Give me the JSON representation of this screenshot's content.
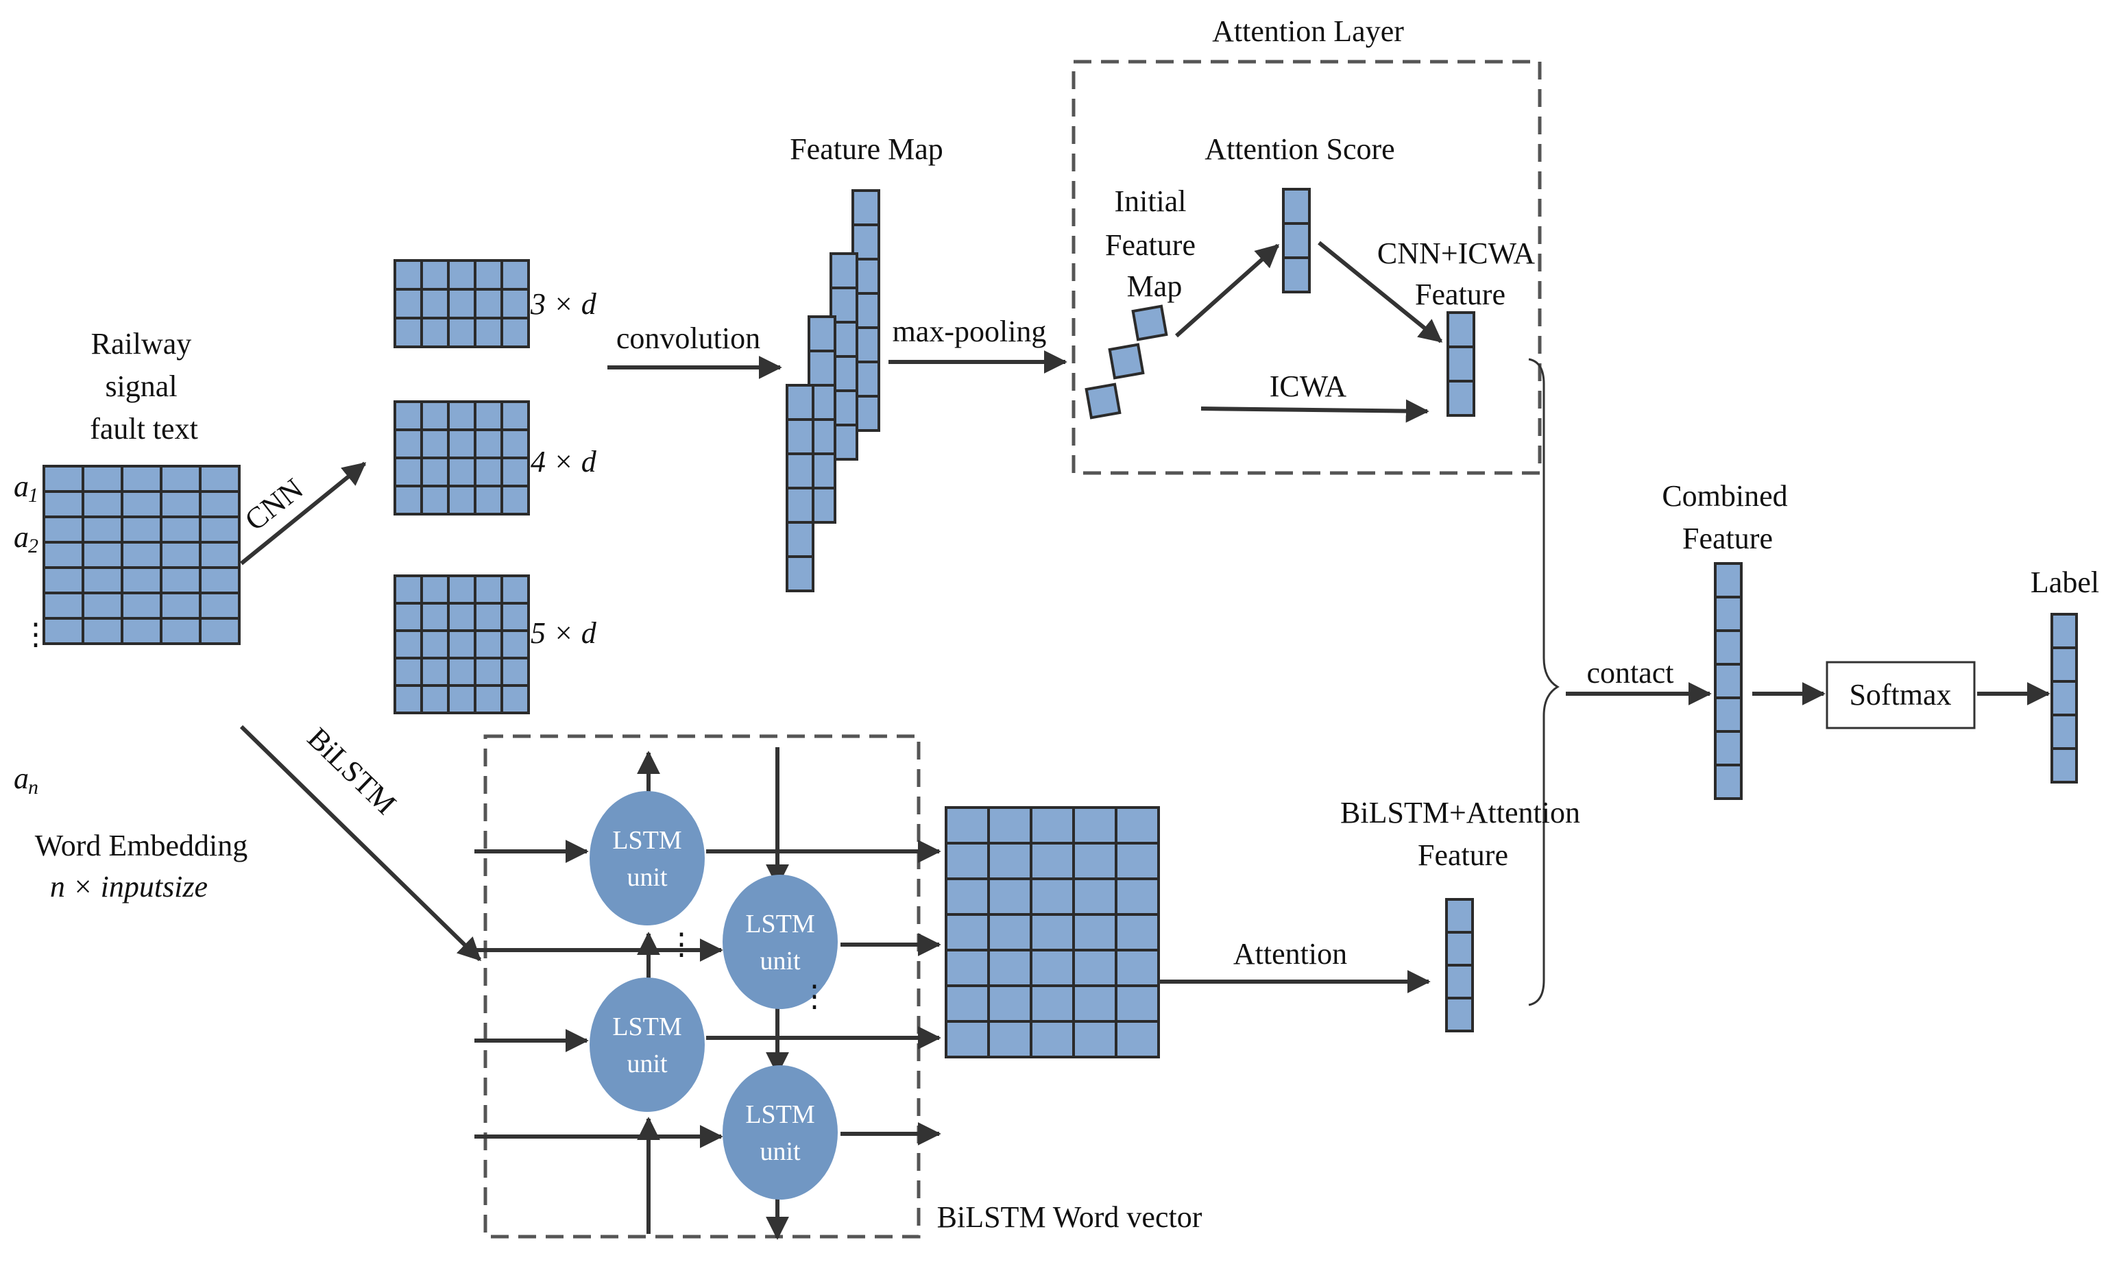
{
  "colors": {
    "cell_fill": "#87a9d2",
    "cell_stroke": "#2b2b2b",
    "lstm_fill": "#7197c3",
    "arrow": "#333333",
    "dash": "#555555"
  },
  "labels": {
    "railway_line1": "Railway",
    "railway_line2": "signal",
    "railway_line3": "fault text",
    "row_a1": "a",
    "row_a1_sub": "1",
    "row_a2": "a",
    "row_a2_sub": "2",
    "row_dots": "⋮",
    "row_an": "a",
    "row_an_sub": "n",
    "word_embedding": "Word Embedding",
    "size_expr": "n × inputsize",
    "cnn": "CNN",
    "bilstm": "BiLSTM",
    "k3": "3 × d",
    "k4": "4 × d",
    "k5": "5 × d",
    "convolution": "convolution",
    "feature_map": "Feature Map",
    "max_pooling": "max-pooling",
    "attention_layer": "Attention Layer",
    "attention_score": "Attention Score",
    "initial_line1": "Initial",
    "initial_line2": "Feature",
    "initial_line3": "Map",
    "icwa_line1": "CNN+ICWA",
    "icwa_line2": "Feature",
    "icwa": "ICWA",
    "lstm_unit_line1": "LSTM",
    "lstm_unit_line2": "unit",
    "bilstm_word_vector": "BiLSTM Word vector",
    "attention": "Attention",
    "bilstm_att_line1": "BiLSTM+Attention",
    "bilstm_att_line2": "Feature",
    "contact": "contact",
    "combined_line1": "Combined",
    "combined_line2": "Feature",
    "softmax": "Softmax",
    "label": "Label"
  }
}
